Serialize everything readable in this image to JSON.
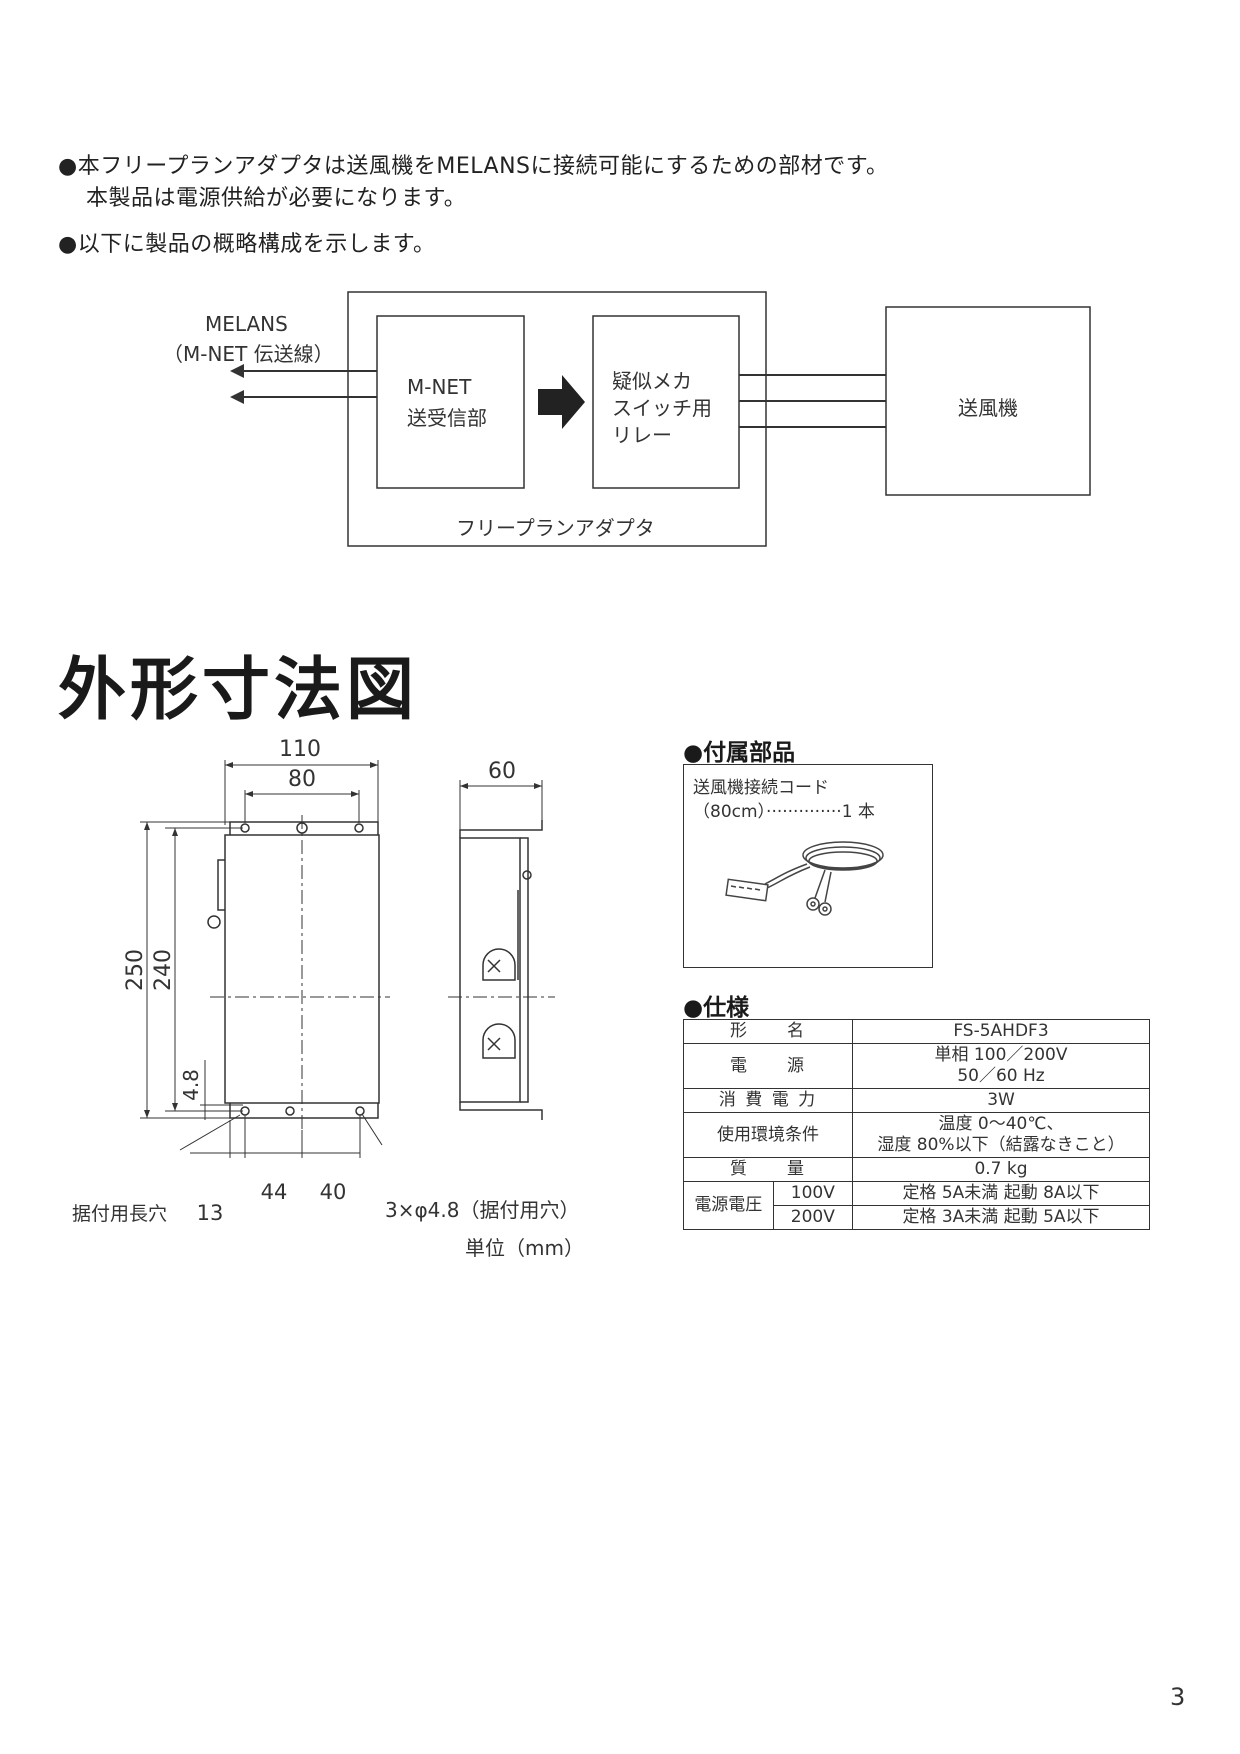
{
  "intro": {
    "line1": "●本フリープランアダプタは送風機をMELANSに接続可能にするための部材です。",
    "line2": "本製品は電源供給が必要になります。",
    "line3": "●以下に製品の概略構成を示します。"
  },
  "block_diagram": {
    "melans_label": "MELANS",
    "melans_sub": "（M-NET 伝送線）",
    "mnet_line1": "M-NET",
    "mnet_line2": "送受信部",
    "relay_line1": "疑似メカ",
    "relay_line2": "スイッチ用",
    "relay_line3": "リレー",
    "fan_label": "送風機",
    "adapter_label": "フリープランアダプタ"
  },
  "heading": "外形寸法図",
  "dimensions": {
    "width_total": "110",
    "width_inner": "80",
    "depth": "60",
    "height_total": "250",
    "height_inner": "240",
    "slot_offset": "4.8",
    "bottom_a": "13",
    "bottom_b": "44",
    "bottom_c": "40",
    "slot_label": "据付用長穴",
    "hole_label": "3×φ4.8（据付用穴）",
    "unit_label": "単位（mm）"
  },
  "accessories": {
    "heading": "●付属部品",
    "line1": "送風機接続コード",
    "line2": "（80cm）··············1 本",
    "image_icon": "cord-illustration"
  },
  "spec": {
    "heading": "●仕様",
    "rows": [
      {
        "label": "形　　名",
        "value": "FS-5AHDF3"
      },
      {
        "label": "電　　源",
        "value": "単相 100／200V",
        "value2": "50／60 Hz"
      },
      {
        "label": "消 費 電 力",
        "value": "3W"
      },
      {
        "label": "使用環境条件",
        "value": "温度 0〜40℃、",
        "value2": "湿度 80%以下（結露なきこと）"
      },
      {
        "label": "質　　量",
        "value": "0.7 kg"
      }
    ],
    "voltage_label": "電源電圧",
    "v100_label": "100V",
    "v100_value": "定格 5A未満 起動 8A以下",
    "v200_label": "200V",
    "v200_value": "定格 3A未満 起動 5A以下"
  },
  "page_number": "3"
}
